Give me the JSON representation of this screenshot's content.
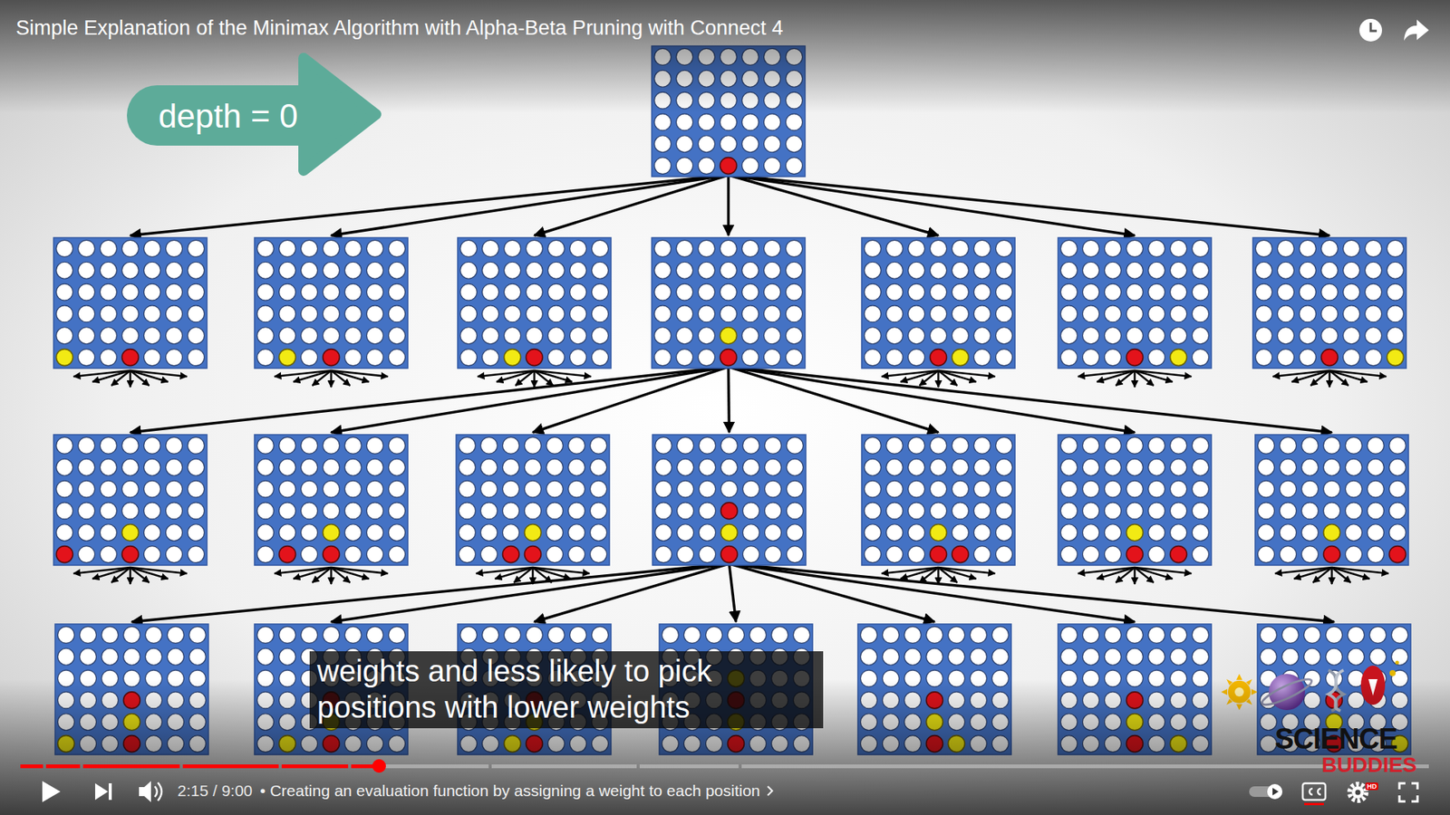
{
  "diagram": {
    "title": "Simple Explanation of the Minimax Algorithm with Alpha-Beta Pruning with Connect 4",
    "nodes": [
      {
        "text": [
          "depth = 0"
        ]
      },
      {
        "text": [
          "weights and less likely to pick positions with lower weights"
        ]
      }
    ],
    "labels": [
      "2:15 / 9:00",
      "• Creating an evaluation function by assigning a weight to each position",
      "SCIENCE",
      "BUDDIES",
      "HD"
    ]
  }
}
